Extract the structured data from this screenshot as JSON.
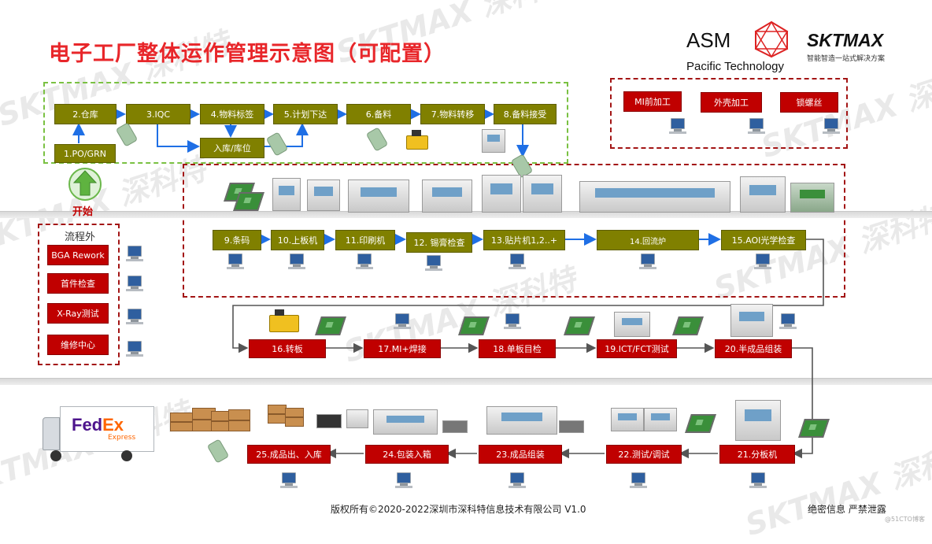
{
  "title": "电子工厂整体运作管理示意图（可配置）",
  "logos": {
    "asm_main": "ASM",
    "asm_sub": "Pacific Technology",
    "sktmax_main": "SKTMAX",
    "sktmax_sub": "智能智造一站式解决方案"
  },
  "watermark": "SKTMAX 深科特",
  "start_label": "开始",
  "warehouse": {
    "grn": "1.PO/GRN",
    "steps": [
      "2.仓库",
      "3.IQC",
      "4.物料标签",
      "5.计划下达",
      "6.备料",
      "7.物料转移",
      "8.备料接受"
    ],
    "storage": "入库/库位"
  },
  "mi_group": [
    "MI前加工",
    "外壳加工",
    "锁螺丝"
  ],
  "offline": {
    "title": "流程外",
    "items": [
      "BGA Rework",
      "首件检查",
      "X-Ray测试",
      "维修中心"
    ]
  },
  "smt_line": [
    "9.条码",
    "10.上板机",
    "11.印刷机",
    "12. 锡膏检查",
    "13.贴片机1,2..+",
    "14.回流炉",
    "15.AOI光学检查"
  ],
  "row3": [
    "16.转板",
    "17.MI+焊接",
    "18.单板目检",
    "19.ICT/FCT测试",
    "20.半成品组装"
  ],
  "row4": [
    "25.成品出、入库",
    "24.包装入箱",
    "23.成品组装",
    "22.测试/调试",
    "21.分板机"
  ],
  "truck": {
    "brand_fed": "Fed",
    "brand_ex": "Ex",
    "brand_sub": "Express"
  },
  "footer": {
    "copyright": "版权所有©2020-2022深圳市深科特信息技术有限公司 V1.0",
    "confidential": "绝密信息 严禁泄露",
    "corner": "@51CTO博客"
  },
  "colors": {
    "title": "#e8262a",
    "olive": "#808000",
    "red": "#c00000",
    "arrow": "#1f6fe5",
    "dash_green": "#7ac142",
    "dash_red": "#a31515"
  },
  "icons": [
    "computer-icon",
    "barcode-scanner-icon",
    "pcb-board-icon",
    "agv-cart-icon",
    "smt-machine-icon",
    "cardboard-box-icon",
    "delivery-truck-icon",
    "up-arrow-icon"
  ]
}
